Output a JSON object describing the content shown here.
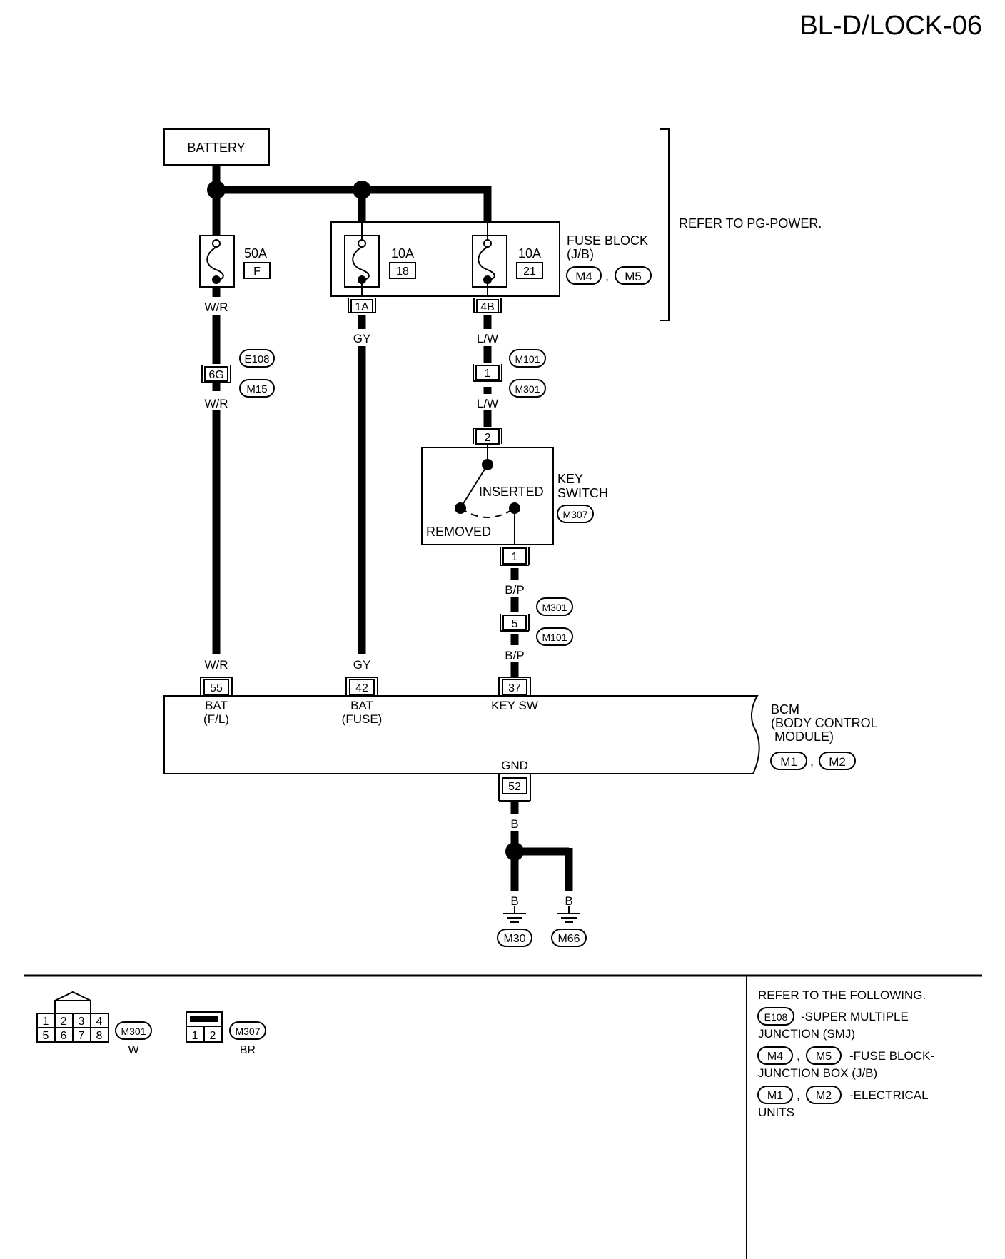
{
  "page_code": "BL-D/LOCK-06",
  "battery_label": "BATTERY",
  "refer_pg": "REFER TO PG-POWER.",
  "fuse_block": {
    "label_1": "FUSE BLOCK",
    "label_2": "(J/B)",
    "conn_1": "M4",
    "conn_2": "M5",
    "sep": ","
  },
  "fuses": {
    "fusible_link": {
      "amp": "50A",
      "id": "F"
    },
    "fuse_18": {
      "amp": "10A",
      "id": "18"
    },
    "fuse_21": {
      "amp": "10A",
      "id": "21"
    }
  },
  "jb_terminals": {
    "t1a": "1A",
    "t4b": "4B"
  },
  "wires": {
    "wr_1": "W/R",
    "wr_2": "W/R",
    "wr_3": "W/R",
    "gy_1": "GY",
    "gy_2": "GY",
    "lw_1": "L/W",
    "lw_2": "L/W",
    "bp_1": "B/P",
    "bp_2": "B/P",
    "b_1": "B",
    "b_2": "B",
    "b_3": "B"
  },
  "joint_connectors": {
    "smj": {
      "pin": "6G",
      "conn_1": "E108",
      "conn_2": "M15"
    },
    "lw_joint": {
      "pin": "1",
      "conn_1": "M101",
      "conn_2": "M301"
    },
    "bp_joint": {
      "pin": "5",
      "conn_1": "M301",
      "conn_2": "M101"
    }
  },
  "key_switch": {
    "pin_top": "2",
    "pin_bottom": "1",
    "label_1": "KEY",
    "label_2": "SWITCH",
    "conn": "M307",
    "inserted": "INSERTED",
    "removed": "REMOVED"
  },
  "bcm": {
    "label_1": "BCM",
    "label_2": "(BODY CONTROL",
    "label_3": "MODULE)",
    "conn_1": "M1",
    "conn_2": "M2",
    "sep": ",",
    "pins": [
      {
        "pin": "55",
        "name_1": "BAT",
        "name_2": "(F/L)"
      },
      {
        "pin": "42",
        "name_1": "BAT",
        "name_2": "(FUSE)"
      },
      {
        "pin": "37",
        "name_1": "KEY SW",
        "name_2": ""
      }
    ],
    "gnd_label": "GND",
    "gnd_pin": "52"
  },
  "grounds": {
    "g1": "M30",
    "g2": "M66"
  },
  "connector_faces": {
    "m301": {
      "conn": "M301",
      "color": "W",
      "pins_top": [
        "1",
        "2",
        "3",
        "4"
      ],
      "pins_bottom": [
        "5",
        "6",
        "7",
        "8"
      ]
    },
    "m307": {
      "conn": "M307",
      "color": "BR",
      "pins": [
        "1",
        "2"
      ]
    }
  },
  "refer_following": {
    "heading": "REFER TO THE FOLLOWING.",
    "e108": "E108",
    "smj_1": "-SUPER MULTIPLE",
    "smj_2": "JUNCTION (SMJ)",
    "m4": "M4",
    "m5": "M5",
    "sep_1": ",",
    "fb_1": "-FUSE BLOCK-",
    "fb_2": "JUNCTION BOX (J/B)",
    "m1": "M1",
    "m2": "M2",
    "sep_2": ",",
    "eu_1": "-ELECTRICAL",
    "eu_2": "UNITS"
  }
}
